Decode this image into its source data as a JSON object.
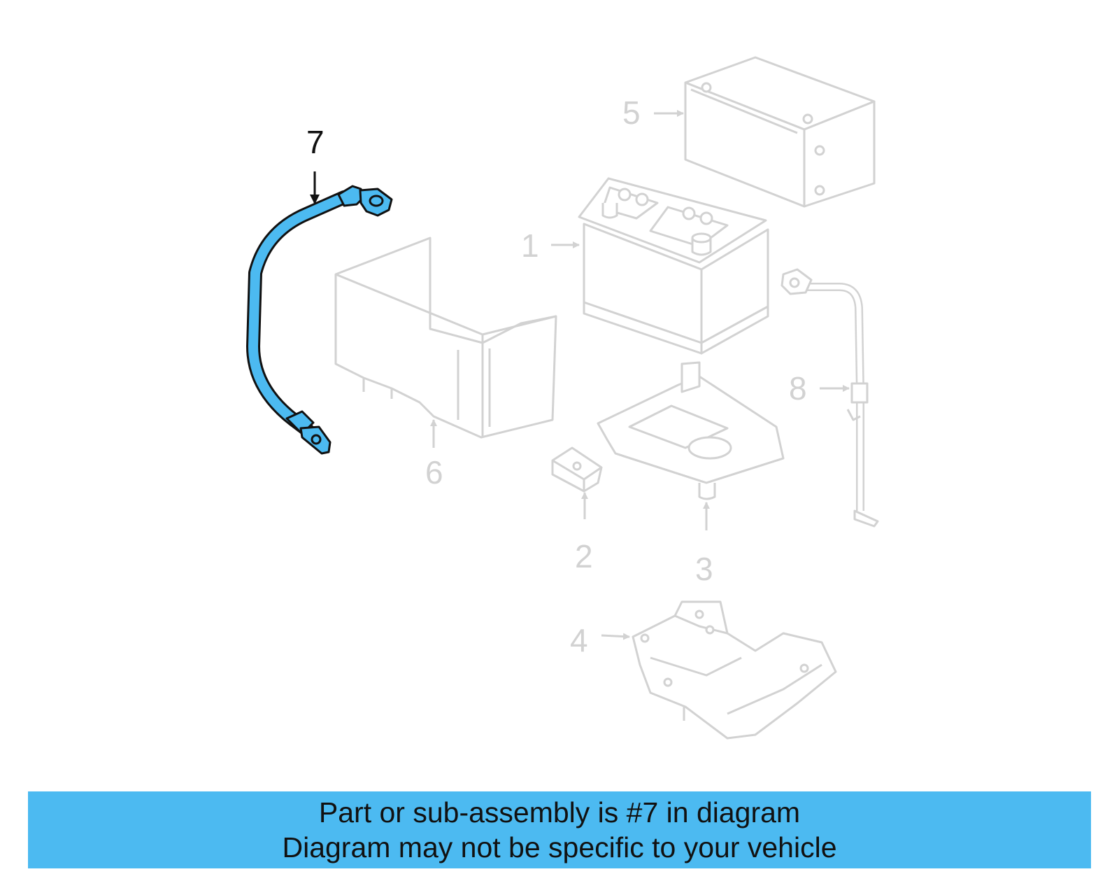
{
  "diagram": {
    "highlight_color": "#4CBAF1",
    "ghost_color": "#D2D2D2",
    "callouts": {
      "c1": "1",
      "c2": "2",
      "c3": "3",
      "c4": "4",
      "c5": "5",
      "c6": "6",
      "c7": "7",
      "c8": "8"
    },
    "highlighted_part": "7"
  },
  "banner": {
    "background": "#4CBAF1",
    "line1": "Part or sub-assembly is #7 in diagram",
    "line2": "Diagram may not be specific to your vehicle"
  }
}
